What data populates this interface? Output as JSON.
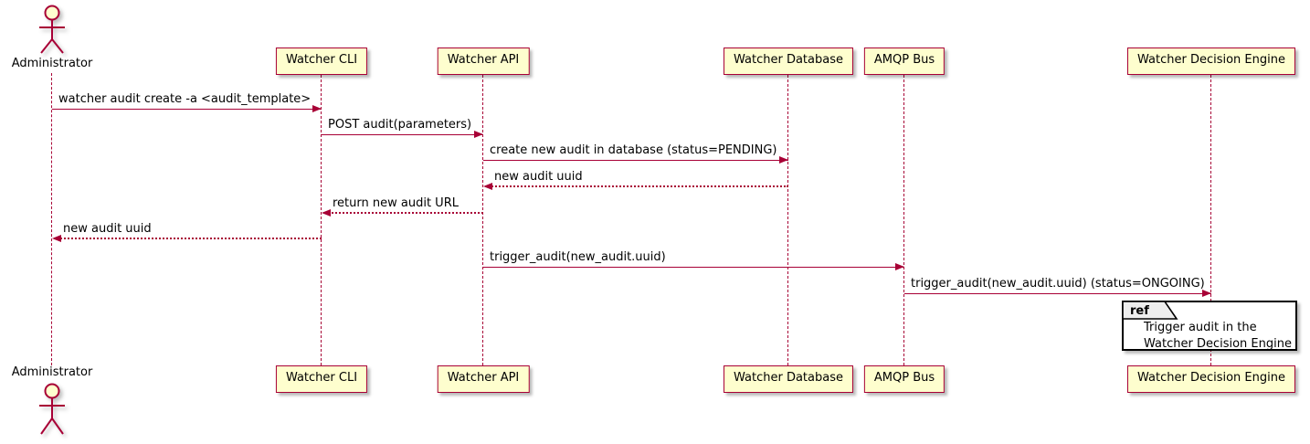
{
  "colors": {
    "participant_fill": "#FEFECE",
    "participant_border": "#A80036",
    "line": "#A80036",
    "text": "#000000",
    "ref_border": "#000000",
    "ref_fill": "#FFFFFF",
    "ref_tag_fill": "#EEEEEE",
    "background": "#FFFFFF"
  },
  "actor": {
    "name": "Administrator"
  },
  "participants": [
    {
      "name": "Watcher CLI"
    },
    {
      "name": "Watcher API"
    },
    {
      "name": "Watcher Database"
    },
    {
      "name": "AMQP Bus"
    },
    {
      "name": "Watcher Decision Engine"
    }
  ],
  "messages": [
    {
      "from": "Administrator",
      "to": "Watcher CLI",
      "style": "solid",
      "text": "watcher audit create -a <audit_template>"
    },
    {
      "from": "Watcher CLI",
      "to": "Watcher API",
      "style": "solid",
      "text": "POST audit(parameters)"
    },
    {
      "from": "Watcher API",
      "to": "Watcher Database",
      "style": "solid",
      "text": "create new audit in database (status=PENDING)"
    },
    {
      "from": "Watcher Database",
      "to": "Watcher API",
      "style": "dotted",
      "text": "new audit uuid"
    },
    {
      "from": "Watcher API",
      "to": "Watcher CLI",
      "style": "dotted",
      "text": "return new audit URL"
    },
    {
      "from": "Watcher CLI",
      "to": "Administrator",
      "style": "dotted",
      "text": "new audit uuid"
    },
    {
      "from": "Watcher API",
      "to": "AMQP Bus",
      "style": "solid",
      "text": "trigger_audit(new_audit.uuid)"
    },
    {
      "from": "AMQP Bus",
      "to": "Watcher Decision Engine",
      "style": "solid",
      "text": "trigger_audit(new_audit.uuid) (status=ONGOING)"
    }
  ],
  "ref": {
    "tag": "ref",
    "lines": [
      "Trigger audit in the",
      "Watcher Decision Engine"
    ]
  }
}
